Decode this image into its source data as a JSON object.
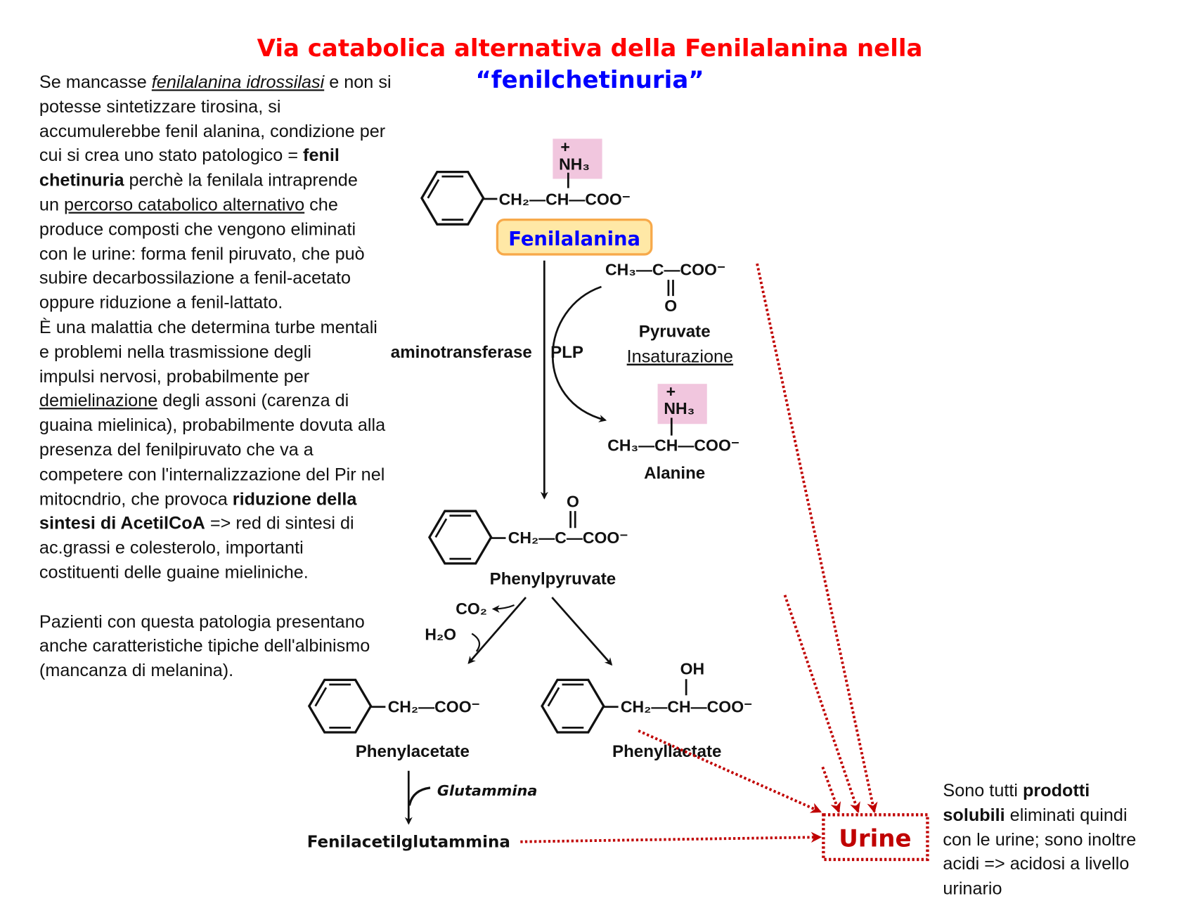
{
  "title": {
    "line1": "Via catabolica alternativa della Fenilalanina nella",
    "line2": "“fenilchetinuria”"
  },
  "colors": {
    "title": "#ff0000",
    "subtitle": "#0000ff",
    "urine": "#c00000",
    "enzyme": "#1f4e9c",
    "nh3_box": "#f1c6de",
    "label_box": "#ffe8a6"
  },
  "left_text": [
    [
      {
        "t": "Se mancasse ",
        "s": ""
      },
      {
        "t": "fenilalanina idrossilasi",
        "s": "i u"
      },
      {
        "t": " e non si",
        "s": ""
      }
    ],
    [
      {
        "t": "potesse sintetizzare tirosina, si",
        "s": ""
      }
    ],
    [
      {
        "t": "accumulerebbe fenil alanina, condizione per",
        "s": ""
      }
    ],
    [
      {
        "t": "cui si crea uno stato patologico = ",
        "s": ""
      },
      {
        "t": "fenil",
        "s": "b"
      }
    ],
    [
      {
        "t": "chetinuria",
        "s": "b"
      },
      {
        "t": " perchè la fenilala intraprende",
        "s": ""
      }
    ],
    [
      {
        "t": "un ",
        "s": ""
      },
      {
        "t": "percorso catabolico alternativo",
        "s": "u"
      },
      {
        "t": " che",
        "s": ""
      }
    ],
    [
      {
        "t": "produce composti che vengono eliminati",
        "s": ""
      }
    ],
    [
      {
        "t": "con le urine: forma fenil piruvato, che può",
        "s": ""
      }
    ],
    [
      {
        "t": "subire decarbossilazione a fenil-acetato",
        "s": ""
      }
    ],
    [
      {
        "t": "oppure riduzione a fenil-lattato.",
        "s": ""
      }
    ],
    [
      {
        "t": "È una malattia che determina turbe mentali",
        "s": ""
      }
    ],
    [
      {
        "t": "e problemi nella trasmissione degli",
        "s": ""
      }
    ],
    [
      {
        "t": "impulsi nervosi, probabilmente per",
        "s": ""
      }
    ],
    [
      {
        "t": "demielinazione",
        "s": "u"
      },
      {
        "t": " degli assoni (carenza di",
        "s": ""
      }
    ],
    [
      {
        "t": "guaina mielinica), probabilmente dovuta alla",
        "s": ""
      }
    ],
    [
      {
        "t": "presenza del fenilpiruvato che va a",
        "s": ""
      }
    ],
    [
      {
        "t": "competere con l'internalizzazione del Pir nel",
        "s": ""
      }
    ],
    [
      {
        "t": "mitocndrio, che provoca ",
        "s": ""
      },
      {
        "t": "riduzione della",
        "s": "b"
      }
    ],
    [
      {
        "t": "sintesi di AcetilCoA",
        "s": "b"
      },
      {
        "t": " => red di sintesi di",
        "s": ""
      }
    ],
    [
      {
        "t": "ac.grassi e colesterolo, importanti",
        "s": ""
      }
    ],
    [
      {
        "t": "costituenti delle guaine mieliniche.",
        "s": ""
      }
    ],
    [],
    [
      {
        "t": "Pazienti con questa patologia presentano",
        "s": ""
      }
    ],
    [
      {
        "t": "anche caratteristiche tipiche dell'albinismo",
        "s": ""
      }
    ],
    [
      {
        "t": "(mancanza di melanina).",
        "s": ""
      }
    ]
  ],
  "right_text": [
    [
      {
        "t": "Sono tutti ",
        "s": ""
      },
      {
        "t": "prodotti",
        "s": "b"
      }
    ],
    [
      {
        "t": "solubili",
        "s": "b"
      },
      {
        "t": " eliminati quindi",
        "s": ""
      }
    ],
    [
      {
        "t": "con le urine; sono inoltre",
        "s": ""
      }
    ],
    [
      {
        "t": "acidi => acidosi a livello",
        "s": ""
      }
    ],
    [
      {
        "t": "urinario",
        "s": ""
      }
    ]
  ],
  "diagram": {
    "phe": {
      "nh3": "NH₃",
      "plus": "+",
      "chain": "CH₂—CH—COO⁻",
      "label": "Fenilalanina"
    },
    "pyruvate": {
      "chain": "CH₃—C—COO⁻",
      "o": "O",
      "label": "Pyruvate",
      "note": "Insaturazione"
    },
    "enzyme": "aminotransferase",
    "cofactor": "PLP",
    "alanine": {
      "nh3": "NH₃",
      "plus": "+",
      "chain": "CH₃—CH—COO⁻",
      "label": "Alanine"
    },
    "phenylpyruvate": {
      "o": "O",
      "chain": "CH₂—C—COO⁻",
      "label": "Phenylpyruvate"
    },
    "co2": "CO₂",
    "h2o": "H₂O",
    "phenylacetate": {
      "chain": "CH₂—COO⁻",
      "label": "Phenylacetate"
    },
    "phenyllactate": {
      "oh": "OH",
      "chain": "CH₂—CH—COO⁻",
      "label": "Phenyllactate"
    },
    "glutammina": "Glutammina",
    "product": "Fenilacetilglutammina",
    "urine": "Urine"
  }
}
